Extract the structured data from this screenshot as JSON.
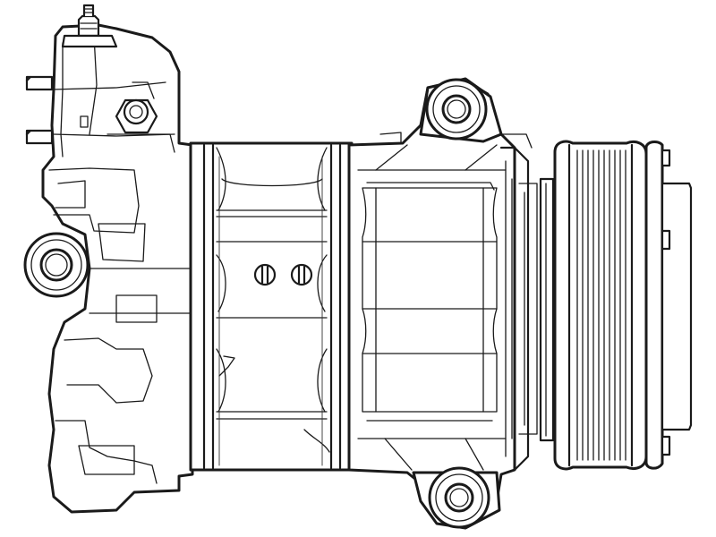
{
  "drawing": {
    "subject": "",
    "style": {
      "line_color": "#1a1a1a",
      "background": "#ffffff"
    }
  },
  "components": [
    {
      "id": "rear-head-valve-housing"
    },
    {
      "id": "front-mounting-ear-upper"
    },
    {
      "id": "front-mounting-ear-lower"
    },
    {
      "id": "rear-mounting-ear"
    },
    {
      "id": "compressor-body-cylinder"
    },
    {
      "id": "front-housing"
    },
    {
      "id": "magnetic-clutch-assembly"
    },
    {
      "id": "poly-v-pulley"
    },
    {
      "id": "clutch-front-plate"
    },
    {
      "id": "port-fitting-bolt"
    },
    {
      "id": "top-pressure-fitting"
    },
    {
      "id": "body-plugs"
    }
  ],
  "pulley": {
    "groove_count": 10
  }
}
